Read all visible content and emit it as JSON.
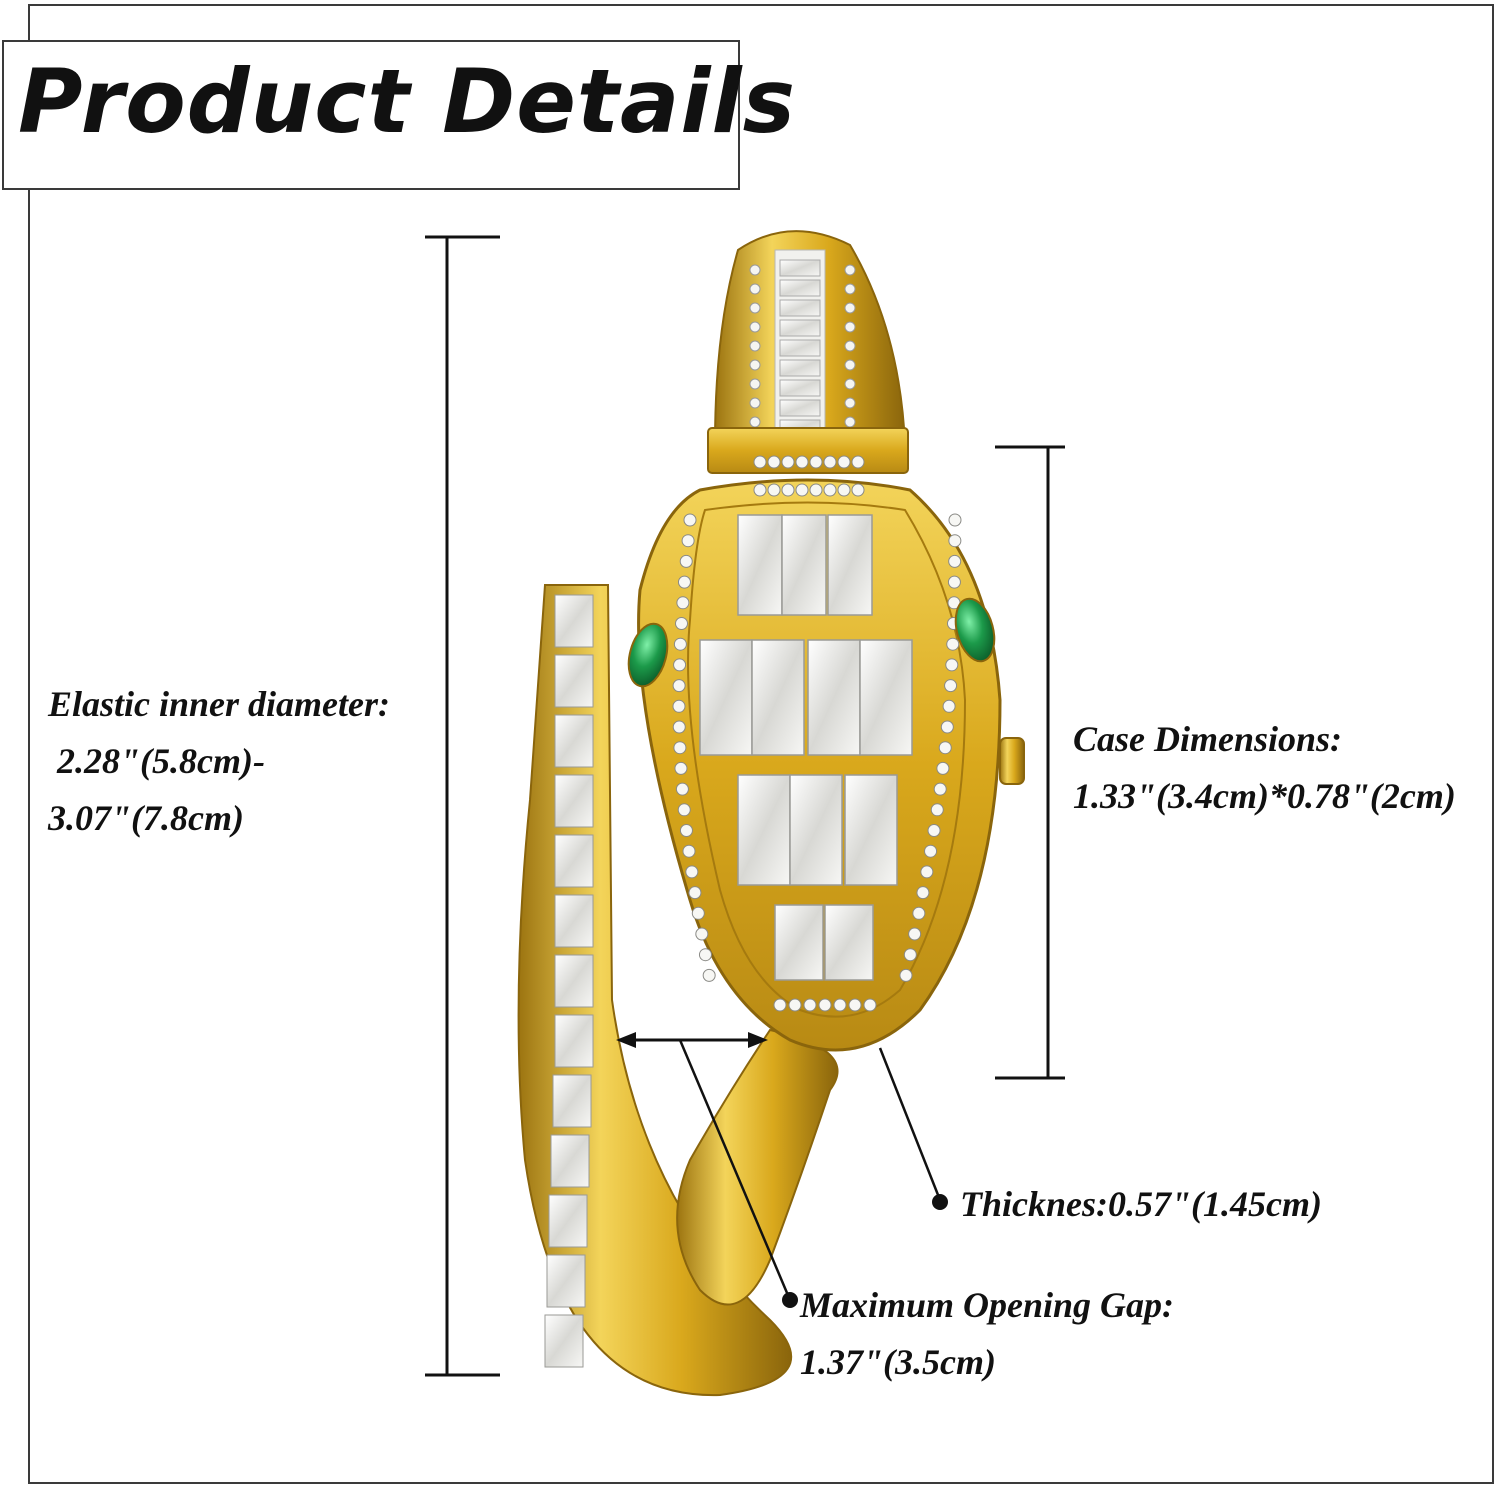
{
  "title": "Product Details",
  "labels": {
    "diameter_line1": "Elastic inner diameter:",
    "diameter_line2": " 2.28\"(5.8cm)-",
    "diameter_line3": "3.07\"(7.8cm)",
    "case_line1": "Case Dimensions:",
    "case_line2": "1.33\"(3.4cm)*0.78\"(2cm)",
    "thickness": "Thicknes:0.57\"(1.45cm)",
    "gap_line1": "Maximum Opening Gap:",
    "gap_line2": "1.37\"(3.5cm)"
  },
  "colors": {
    "gold": "#d9a81c",
    "gold_light": "#f3d45a",
    "gold_dark": "#9c7410",
    "stone": "#f4f4f2",
    "emerald": "#1c9a4a",
    "line": "#111111"
  },
  "product": {
    "icon": "snake-bangle-watch",
    "eye_icon": "emerald-eye"
  }
}
